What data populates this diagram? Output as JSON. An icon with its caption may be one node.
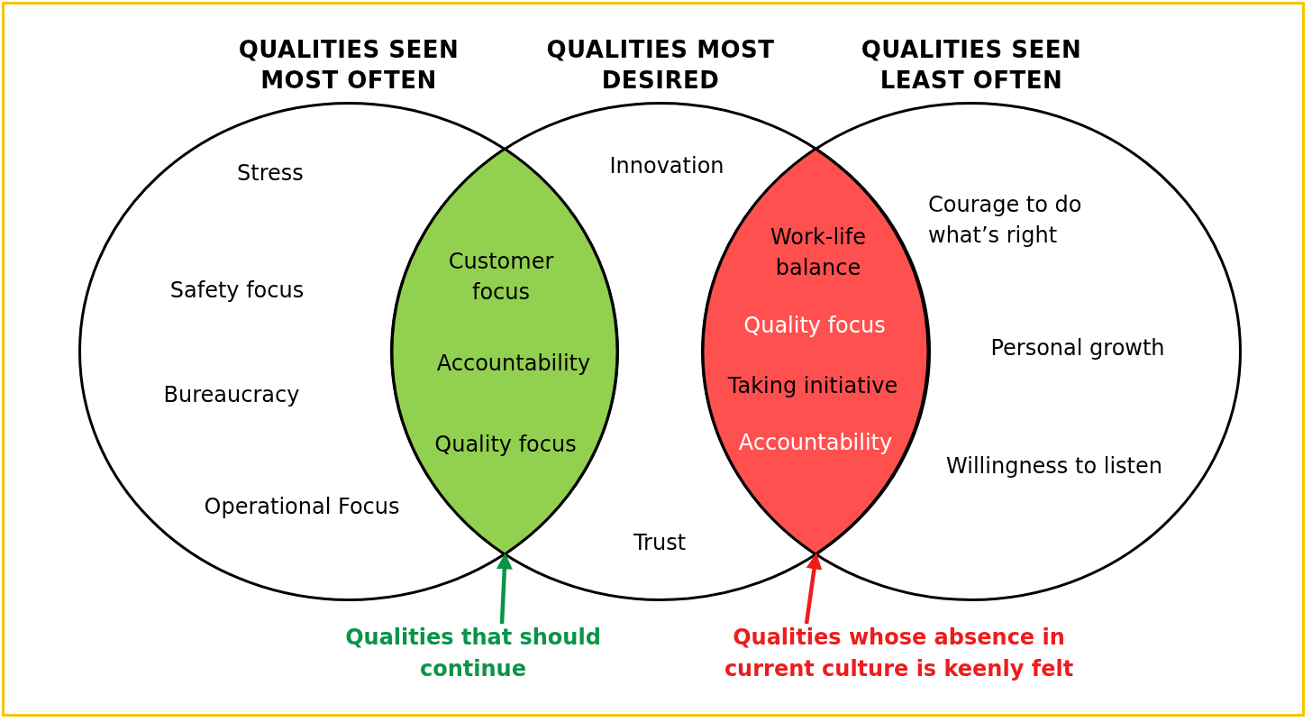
{
  "diagram": {
    "nodes": [
      {
        "text": [
          "QUALITIES SEEN MOST OFTEN",
          "Stress",
          "Safety focus",
          "Bureaucracy",
          "Operational Focus"
        ]
      },
      {
        "text": [
          "QUALITIES MOST DESIRED",
          "Innovation",
          "Trust"
        ]
      },
      {
        "text": [
          "QUALITIES SEEN LEAST OFTEN",
          "Courage to do what’s right",
          "Personal growth",
          "Willingness to listen"
        ]
      },
      {
        "text": [
          "Customer focus",
          "Accountability",
          "Quality focus"
        ]
      },
      {
        "text": [
          "Work-life balance",
          "Quality focus",
          "Taking initiative",
          "Accountability"
        ]
      },
      {
        "text": [
          "Qualities that should continue"
        ]
      },
      {
        "text": [
          "Qualities whose absence in current culture is keenly felt"
        ]
      }
    ],
    "edges": [
      {
        "from": 5,
        "to": 3,
        "arrow": "to",
        "color": "#0a9447"
      },
      {
        "from": 6,
        "to": 4,
        "arrow": "to",
        "color": "#ee1c1c"
      }
    ]
  }
}
